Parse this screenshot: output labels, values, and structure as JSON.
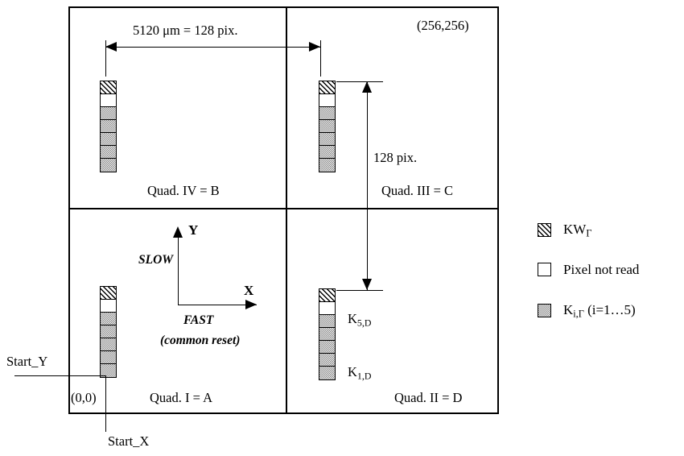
{
  "diagram": {
    "frame": {
      "origin_label": "(0,0)",
      "corner_label": "(256,256)"
    },
    "quadrants": [
      {
        "id": "I",
        "label": "Quad.  I = A"
      },
      {
        "id": "II",
        "label": "Quad. II = D"
      },
      {
        "id": "III",
        "label": "Quad. III = C"
      },
      {
        "id": "IV",
        "label": "Quad. IV = B"
      }
    ],
    "dimensions": {
      "horizontal": "5120  μm = 128  pix.",
      "vertical": "128  pix."
    },
    "axes": {
      "x_label": "X",
      "y_label": "Y",
      "slow_label": "SLOW",
      "fast_label": "FAST",
      "fast_note": "(common reset)"
    },
    "start_markers": {
      "start_y": "Start_Y",
      "start_x": "Start_X"
    },
    "cell_labels": {
      "k5": {
        "base": "K",
        "sub": "5,D"
      },
      "k1": {
        "base": "K",
        "sub": "1,D"
      }
    },
    "stack_pattern": [
      "hatch",
      "empty",
      "stipple",
      "stipple",
      "stipple",
      "stipple",
      "stipple"
    ]
  },
  "legend": {
    "items": [
      {
        "swatch": "hatch",
        "base": "KW",
        "sub": "Γ",
        "tail": ""
      },
      {
        "swatch": "empty",
        "base": "Pixel not read",
        "sub": "",
        "tail": ""
      },
      {
        "swatch": "stipple",
        "base": "K",
        "sub": "i,Γ",
        "tail": " (i=1…5)"
      }
    ]
  }
}
